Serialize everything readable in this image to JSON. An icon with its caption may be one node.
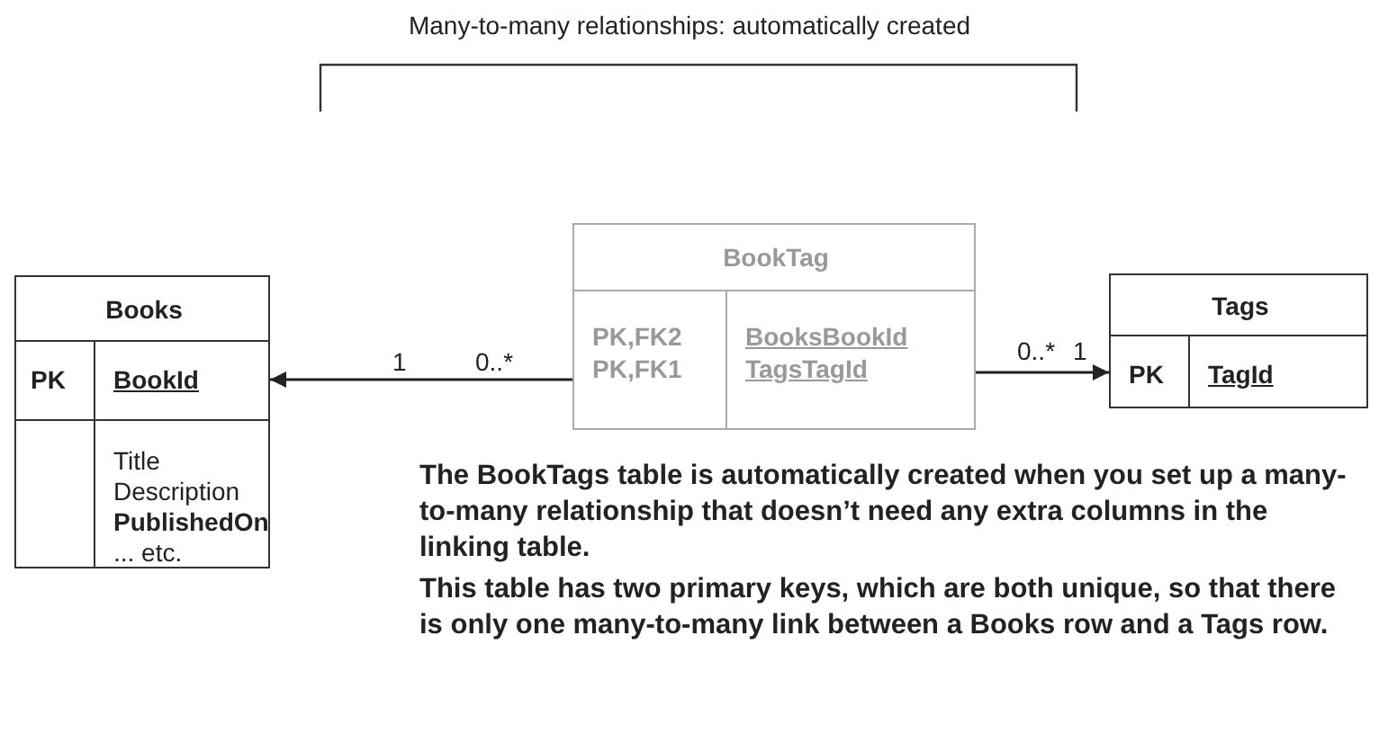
{
  "diagram": {
    "nodes": [
      {
        "text": [
          "Books",
          "PK",
          "BookId",
          "Title Description **PublishedOn** ... etc."
        ]
      },
      {
        "text": [
          "BookTag",
          "PK,FK2",
          "BooksBookId",
          "PK,FK1",
          "TagsTagId"
        ]
      },
      {
        "text": [
          "Tags",
          "PK",
          "TagId"
        ]
      }
    ],
    "edges": [
      {
        "from": 1,
        "to": 0,
        "arrow": "to"
      },
      {
        "from": 1,
        "to": 2,
        "arrow": "to"
      }
    ],
    "labels": [
      "Many-to-many relationships: automatically created",
      "1",
      "0..*",
      "0..*",
      "1",
      "The BookTags table is automatically created when you set up a many-to-many relationship that doesn’t need any extra columns in the linking table.",
      "This table has two primary keys, which are both unique, so that there is only one many-to-many link between a Books row and a Tags row."
    ]
  }
}
